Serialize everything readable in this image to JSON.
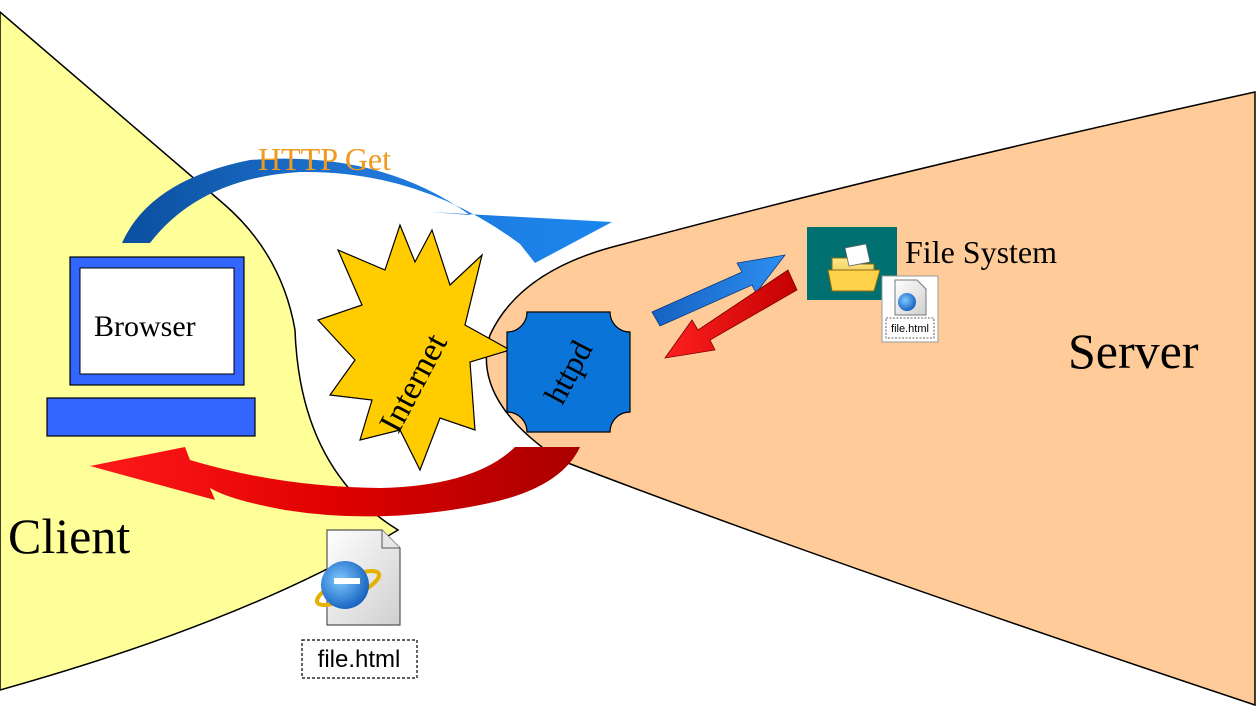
{
  "labels": {
    "client": "Client",
    "server": "Server",
    "browser": "Browser",
    "internet": "Internet",
    "httpd": "httpd",
    "http_get": "HTTP Get",
    "file_system": "File System",
    "file_name": "file.html"
  },
  "icons": {
    "client_file": "html-file-icon",
    "server_file": "html-file-icon",
    "folder": "open-folder-icon"
  },
  "colors": {
    "client_region": "#ffff99",
    "server_region": "#ffcc99",
    "request_arrow": "#1f6fd8",
    "response_arrow": "#e00000",
    "internet_burst": "#ffcc00",
    "httpd_box": "#0a74d9",
    "http_get_text": "#f09a1e",
    "file_system_bg": "#007070"
  }
}
